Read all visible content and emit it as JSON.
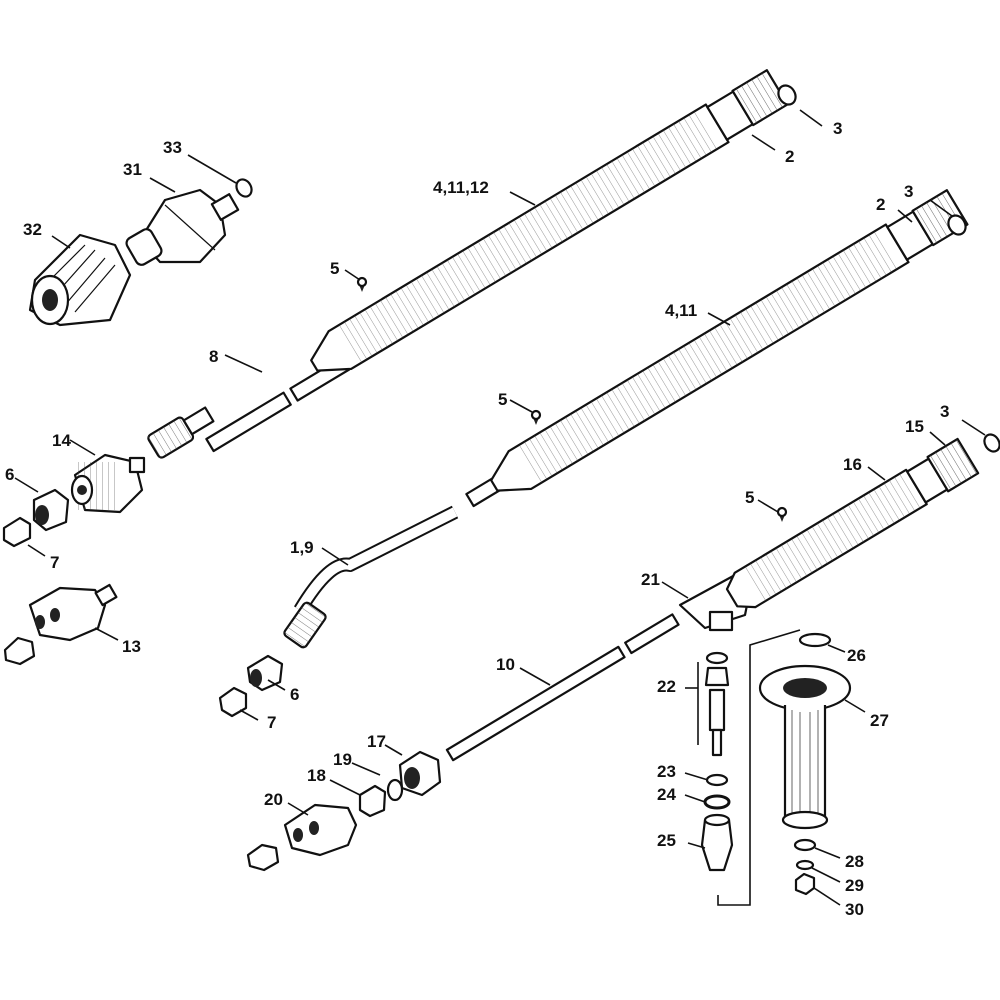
{
  "diagram": {
    "labels": {
      "p33": "33",
      "p31": "31",
      "p32": "32",
      "p4_11_12": "4,11,12",
      "p3a": "3",
      "p2a": "2",
      "p3b": "3",
      "p2b": "2",
      "p5a": "5",
      "p4_11": "4,11",
      "p8": "8",
      "p14": "14",
      "p6a": "6",
      "p7a": "7",
      "p13": "13",
      "p5b": "5",
      "p3c": "3",
      "p15": "15",
      "p16": "16",
      "p1_9": "1,9",
      "p5c": "5",
      "p21": "21",
      "p26": "26",
      "p10": "10",
      "p22": "22",
      "p6b": "6",
      "p7b": "7",
      "p27": "27",
      "p17": "17",
      "p19": "19",
      "p18": "18",
      "p20": "20",
      "p23": "23",
      "p24": "24",
      "p25": "25",
      "p28": "28",
      "p29": "29",
      "p30": "30"
    }
  }
}
